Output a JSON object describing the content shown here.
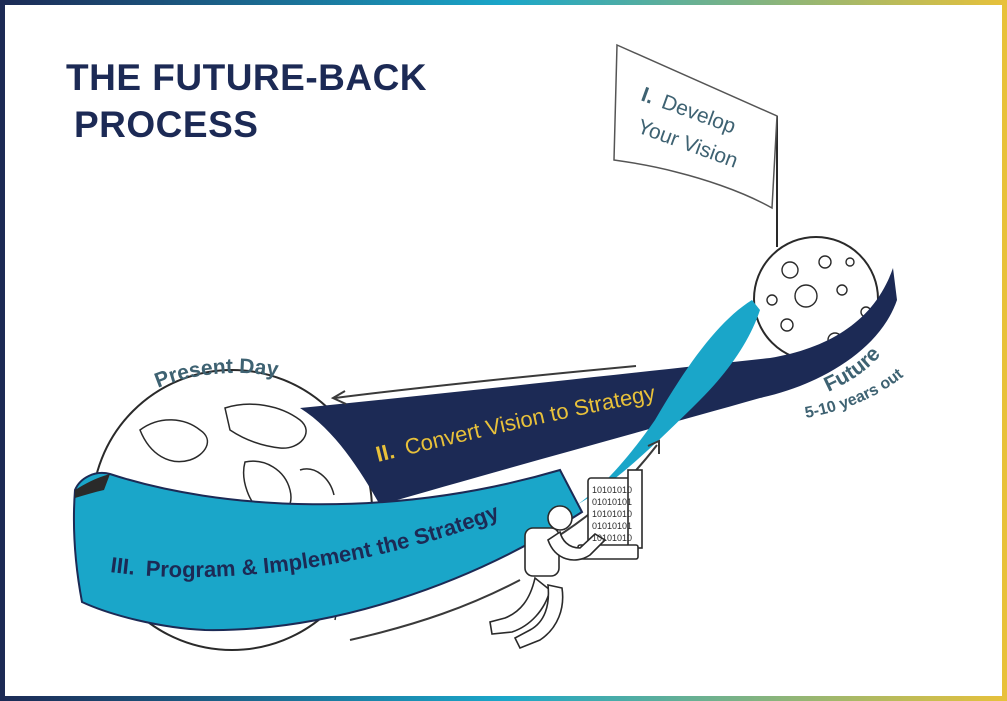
{
  "title": {
    "line1": "THE FUTURE-BACK",
    "line2": "PROCESS"
  },
  "stages": [
    {
      "numeral": "I.",
      "label_line1": "Develop",
      "label_line2": "Your Vision"
    },
    {
      "numeral": "II.",
      "label": "Convert Vision to Strategy"
    },
    {
      "numeral": "III.",
      "label": "Program & Implement the Strategy"
    }
  ],
  "present_label": "Present Day",
  "future_label": "Future",
  "future_sublabel": "5-10 years out",
  "binary_lines": [
    "10101010",
    "01010101",
    "10101010",
    "01010101",
    "10101010"
  ],
  "colors": {
    "navy": "#1c2a55",
    "cyan": "#1aa6c9",
    "gold": "#e8c13a",
    "slate": "#3e6272",
    "ink": "#2a2a2a"
  }
}
